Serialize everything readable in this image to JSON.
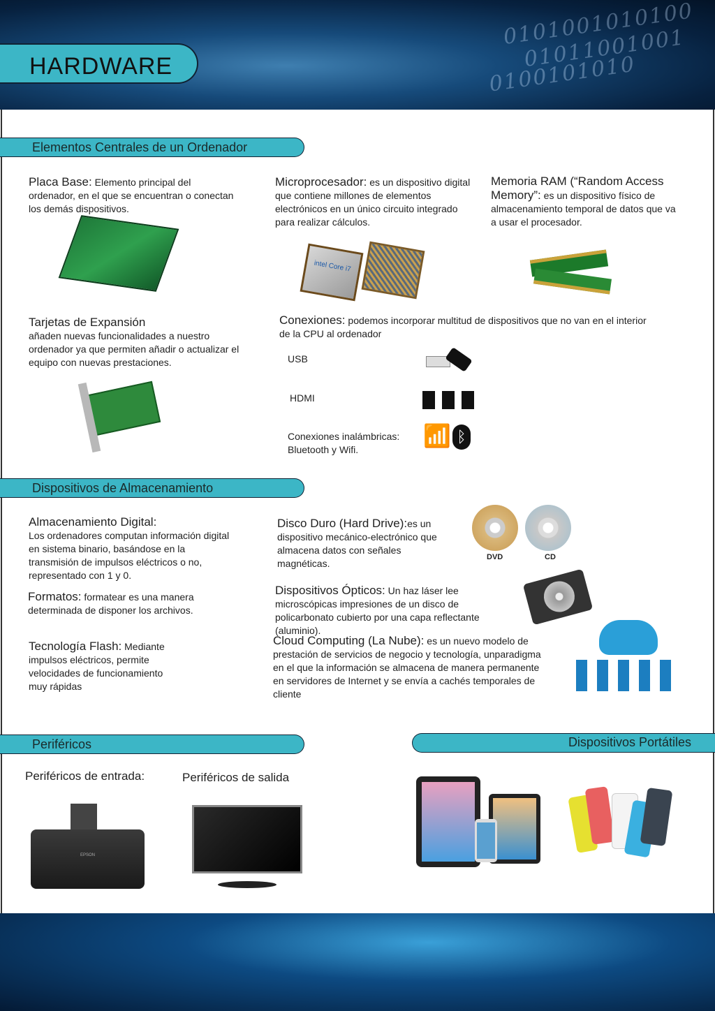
{
  "header": {
    "title": "HARDWARE",
    "binary_1": "0101001010100",
    "binary_2": "01011001001",
    "binary_3": "0100101010"
  },
  "sections": {
    "central": "Elementos Centrales de un Ordenador",
    "storage": "Dispositivos de Almacenamiento",
    "peripherals": "Periféricos",
    "portable": "Dispositivos Portátiles"
  },
  "central": {
    "motherboard": {
      "title": "Placa Base:",
      "text": "Elemento principal del ordenador, en el que se encuentran o conectan los demás dispositivos."
    },
    "cpu": {
      "title": "Microprocesador:",
      "text": "es un dispositivo digital que contiene millones de elementos electrónicos en un único circuito integrado para realizar cálculos.",
      "chip_label": "intel Core i7"
    },
    "ram": {
      "title": "Memoria RAM (“Random Access Memory”:",
      "text": "es un dispositivo físico de almacenamiento temporal de datos que va a usar el procesador."
    },
    "expansion": {
      "title": "Tarjetas de Expansión",
      "text": "añaden nuevas funcionalidades a nuestro ordenador ya que permiten añadir o actualizar el equipo con nuevas prestaciones."
    },
    "connections": {
      "title": "Conexiones:",
      "text": "podemos incorporar multitud de dispositivos que no van en el interior de la CPU al ordenador",
      "usb": "USB",
      "hdmi": "HDMI",
      "wireless": "Conexiones inalámbricas: Bluetooth y Wifi."
    }
  },
  "storage": {
    "digital": {
      "title": "Almacenamiento Digital:",
      "text": "Los ordenadores computan información digital en sistema binario, basándose en la transmisión de impulsos eléctricos o no, representado con 1 y 0."
    },
    "formats": {
      "title": "Formatos:",
      "text": "formatear es una manera determinada de disponer los archivos."
    },
    "flash": {
      "title": "Tecnología Flash:",
      "text": "Mediante impulsos eléctricos, permite velocidades de funcionamiento muy rápidas"
    },
    "hdd": {
      "title": "Disco Duro (Hard Drive):",
      "text": "es un dispositivo mecánico-electrónico que almacena datos con señales magnéticas."
    },
    "optical": {
      "title": "Dispositivos Ópticos:",
      "text": "Un haz láser lee microscópicas impresiones de un disco de policarbonato cubierto por una capa reflectante (aluminio)."
    },
    "cloud": {
      "title": "Cloud Computing (La Nube):",
      "text": "es un nuevo modelo de prestación de servicios de negocio y tecnología, unparadigma en el que la información se almacena de manera permanente en servidores de Internet y se envía a cachés temporales de cliente"
    },
    "dvd": "DVD",
    "cd": "CD"
  },
  "peripherals": {
    "input": "Periféricos de entrada:",
    "output": "Periféricos de salida",
    "printer_brand": "EPSON"
  },
  "colors": {
    "accent": "#3cb6c6",
    "banner": "#0d3a66"
  }
}
